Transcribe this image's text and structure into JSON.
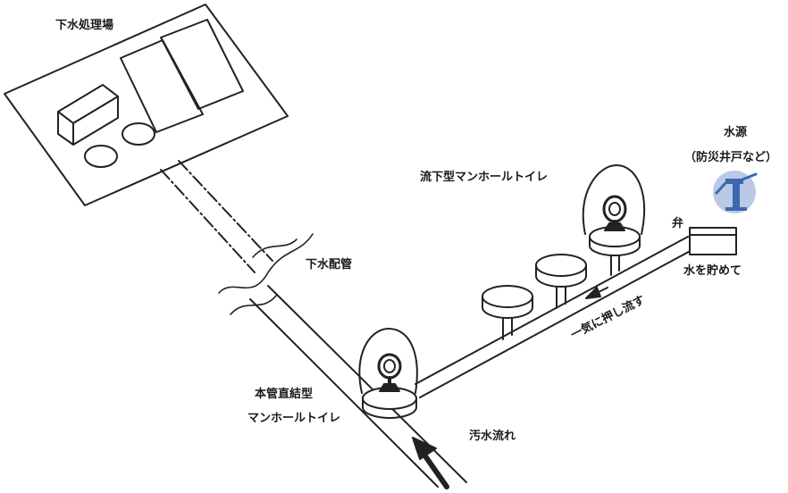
{
  "labels": {
    "treatment_plant": "下水処理場",
    "sewer_pipe": "下水配管",
    "flush_toilet_type": "流下型マンホールトイレ",
    "water_source": "水源",
    "water_source_example": "（防災井戸など）",
    "valve": "弁",
    "store_water": "水を貯めて",
    "flush_at_once": "一気に押し流す",
    "direct_type_line1": "本管直結型",
    "direct_type_line2": "マンホールトイレ",
    "sewage_flow": "汚水流れ"
  },
  "colors": {
    "line": "#222222",
    "pump_icon": "#3f66b0",
    "pump_halo": "#b9c9e6"
  },
  "icons": [
    "well-pump-icon",
    "toilet-bowl-icon",
    "flow-arrow-icon"
  ]
}
